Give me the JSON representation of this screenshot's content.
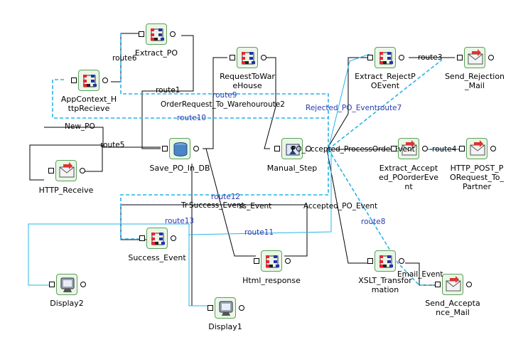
{
  "nodes": {
    "extract_po": "Extract_PO",
    "appcontext": "AppContext_H\nttpRecieve",
    "http_receive": "HTTP_Receive",
    "save_po": "Save_PO_In_DB",
    "request_wh": "RequestToWar\neHouse",
    "manual_step": "Manual_Step",
    "extract_reject": "Extract_RejectP\nOEvent",
    "send_rejection": "Send_Rejection\n_Mail",
    "extract_accepted": "Extract_Accept\ned_POorderEve\nnt",
    "http_post": "HTTP_POST_P\nORequest_To_\nPartner",
    "success_event": "Success_Event",
    "html_response": "Html_response",
    "xslt": "XSLT_Transfor\nmation",
    "send_acceptance": "Send_Accepta\nnce_Mail",
    "display2": "Display2",
    "display1": "Display1"
  },
  "edges": {
    "route6": "route6",
    "route1": "route1",
    "route9": "route9",
    "orderrequest": "OrderRequest_To_Warehouroute2",
    "route10": "route10",
    "new_po": "New_PO",
    "route5": "route5",
    "rejected": "Rejected_PO_Eventroute7",
    "route3": "route3",
    "po_accepted": "PO_Accepted_ProcessOrderEvent",
    "route4": "route4",
    "route12": "route12",
    "tr_success": "Tr",
    "success_event_a": "Success_Event",
    "success_event_b": "ss_Event",
    "accepted_po": "Accepted_PO_Event",
    "route13": "route13",
    "route11": "route11",
    "route8": "route8",
    "email_event": "Email_Event"
  }
}
